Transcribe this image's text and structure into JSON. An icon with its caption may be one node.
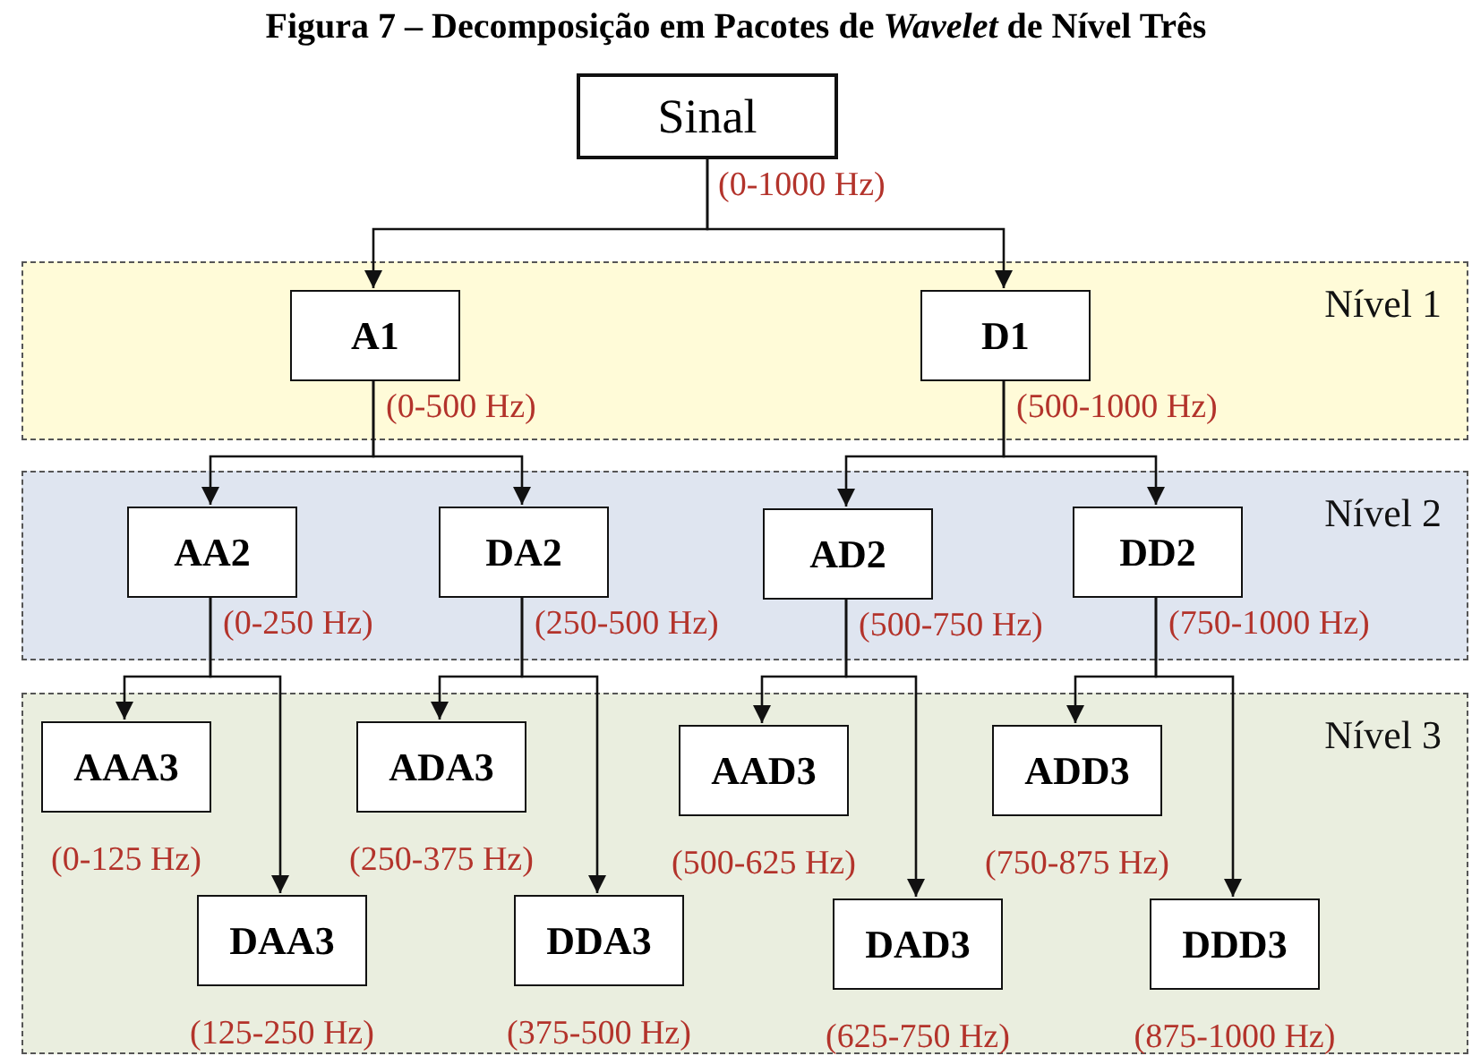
{
  "diagram": {
    "title": "Figura 7 – Decomposição em Pacotes de *Wavelet* de Nível Três",
    "nodes": [
      {
        "text": [
          "Sinal"
        ],
        "beside": [
          "(0-1000 Hz)"
        ]
      },
      {
        "text": [
          "Nível 1"
        ]
      },
      {
        "text": [
          "A1"
        ],
        "in": 1,
        "beside": [
          "(0-500 Hz)"
        ]
      },
      {
        "text": [
          "D1"
        ],
        "in": 1,
        "beside": [
          "(500-1000 Hz)"
        ]
      },
      {
        "text": [
          "Nível 2"
        ]
      },
      {
        "text": [
          "AA2"
        ],
        "in": 4,
        "beside": [
          "(0-250 Hz)"
        ]
      },
      {
        "text": [
          "DA2"
        ],
        "in": 4,
        "beside": [
          "(250-500 Hz)"
        ]
      },
      {
        "text": [
          "AD2"
        ],
        "in": 4,
        "beside": [
          "(500-750 Hz)"
        ]
      },
      {
        "text": [
          "DD2"
        ],
        "in": 4,
        "beside": [
          "(750-1000 Hz)"
        ]
      },
      {
        "text": [
          "Nível 3"
        ]
      },
      {
        "text": [
          "AAA3"
        ],
        "in": 9,
        "beside": [
          "(0-125 Hz)"
        ]
      },
      {
        "text": [
          "DAA3"
        ],
        "in": 9,
        "beside": [
          "(125-250 Hz)"
        ]
      },
      {
        "text": [
          "ADA3"
        ],
        "in": 9,
        "beside": [
          "(250-375 Hz)"
        ]
      },
      {
        "text": [
          "DDA3"
        ],
        "in": 9,
        "beside": [
          "(375-500 Hz)"
        ]
      },
      {
        "text": [
          "AAD3"
        ],
        "in": 9,
        "beside": [
          "(500-625 Hz)"
        ]
      },
      {
        "text": [
          "DAD3"
        ],
        "in": 9,
        "beside": [
          "(625-750 Hz)"
        ]
      },
      {
        "text": [
          "ADD3"
        ],
        "in": 9,
        "beside": [
          "(750-875 Hz)"
        ]
      },
      {
        "text": [
          "DDD3"
        ],
        "in": 9,
        "beside": [
          "(875-1000 Hz)"
        ]
      }
    ],
    "edges": [
      {
        "from": 0,
        "to": 2,
        "arrow": "to"
      },
      {
        "from": 0,
        "to": 3,
        "arrow": "to"
      },
      {
        "from": 2,
        "to": 5,
        "arrow": "to"
      },
      {
        "from": 2,
        "to": 6,
        "arrow": "to"
      },
      {
        "from": 3,
        "to": 7,
        "arrow": "to"
      },
      {
        "from": 3,
        "to": 8,
        "arrow": "to"
      },
      {
        "from": 5,
        "to": 10,
        "arrow": "to"
      },
      {
        "from": 5,
        "to": 11,
        "arrow": "to"
      },
      {
        "from": 6,
        "to": 12,
        "arrow": "to"
      },
      {
        "from": 6,
        "to": 13,
        "arrow": "to"
      },
      {
        "from": 7,
        "to": 14,
        "arrow": "to"
      },
      {
        "from": 7,
        "to": 15,
        "arrow": "to"
      },
      {
        "from": 8,
        "to": 16,
        "arrow": "to"
      },
      {
        "from": 8,
        "to": 17,
        "arrow": "to"
      }
    ]
  }
}
